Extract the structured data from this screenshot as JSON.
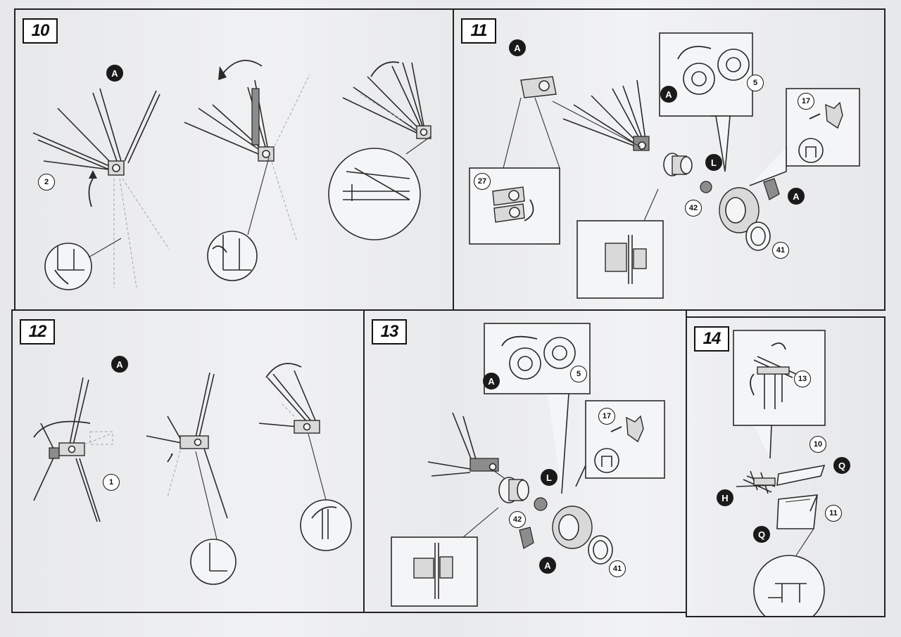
{
  "steps": {
    "s10": {
      "number": "10"
    },
    "s11": {
      "number": "11"
    },
    "s12": {
      "number": "12"
    },
    "s13": {
      "number": "13"
    },
    "s14": {
      "number": "14"
    }
  },
  "callouts": {
    "s10": [
      "A",
      "2"
    ],
    "s11": [
      "A",
      "27",
      "5",
      "A",
      "17",
      "L",
      "42",
      "A",
      "41"
    ],
    "s12": [
      "A",
      "1"
    ],
    "s13": [
      "5",
      "A",
      "17",
      "L",
      "42",
      "A",
      "41"
    ],
    "s14": [
      "13",
      "10",
      "Q",
      "H",
      "11",
      "Q"
    ]
  }
}
